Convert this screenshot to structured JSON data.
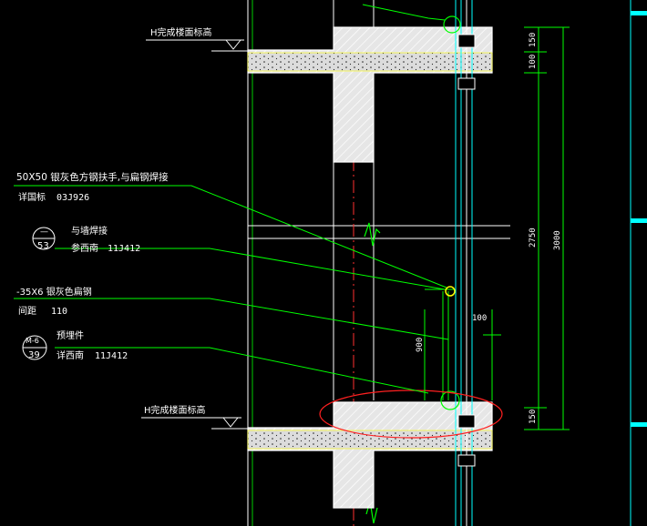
{
  "colors": {
    "background": "#000000",
    "leader": "#00ff00",
    "structure": "#ffffff",
    "concrete_fill": "#e6e6e6",
    "hatch": "#ffffff",
    "glass": "#00ffff",
    "text": "#ffffff",
    "highlight": "#ff2020",
    "marker": "#ffff00",
    "axis": "#ff3030"
  },
  "labels": {
    "level_top": "H完成楼面标高",
    "level_bottom": "H完成楼面标高",
    "note1_spec": "50X50 银灰色方钢扶手,与扁钢焊接",
    "note1_ref_label": "详国标",
    "note1_ref_code": "03J926",
    "note2_callout_top": "—",
    "note2_callout_bottom": "53",
    "note2_text": "与墙焊接",
    "note2_ref_label": "参西南",
    "note2_ref_code": "11J412",
    "note3_spec": "-35X6 银灰色扁钢",
    "note3_spacing_label": "间距",
    "note3_spacing_value": "110",
    "note4_callout_top": "M-6",
    "note4_callout_bottom": "39",
    "note4_text": "预埋件",
    "note4_ref_label": "详西南",
    "note4_ref_code": "11J412"
  },
  "dimensions": {
    "top_150": "150",
    "top_100": "100",
    "span_2750": "2750",
    "total_3000": "3000",
    "bottom_150": "150",
    "rail_900": "900",
    "gap_100": "100"
  }
}
